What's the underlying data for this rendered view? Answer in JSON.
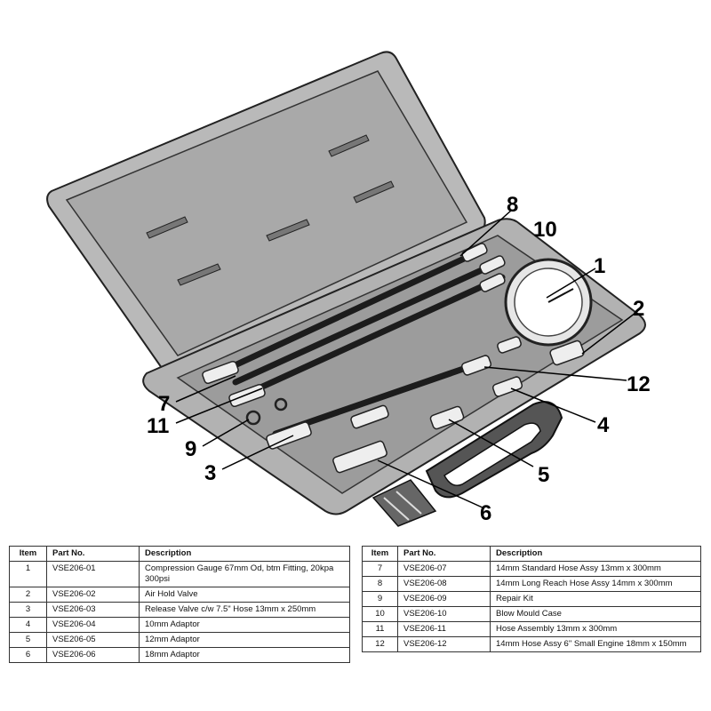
{
  "callouts": [
    "1",
    "2",
    "3",
    "4",
    "5",
    "6",
    "7",
    "8",
    "9",
    "10",
    "11",
    "12"
  ],
  "table": {
    "headers": {
      "item": "Item",
      "part_no": "Part No.",
      "description": "Description"
    },
    "left_rows": [
      {
        "item": "1",
        "part_no": "VSE206-01",
        "description": "Compression Gauge 67mm Od, btm Fitting, 20kpa 300psi"
      },
      {
        "item": "2",
        "part_no": "VSE206-02",
        "description": "Air Hold Valve"
      },
      {
        "item": "3",
        "part_no": "VSE206-03",
        "description": "Release Valve c/w 7.5\" Hose 13mm x 250mm"
      },
      {
        "item": "4",
        "part_no": "VSE206-04",
        "description": "10mm Adaptor"
      },
      {
        "item": "5",
        "part_no": "VSE206-05",
        "description": "12mm Adaptor"
      },
      {
        "item": "6",
        "part_no": "VSE206-06",
        "description": "18mm Adaptor"
      }
    ],
    "right_rows": [
      {
        "item": "7",
        "part_no": "VSE206-07",
        "description": "14mm Standard Hose Assy 13mm x 300mm"
      },
      {
        "item": "8",
        "part_no": "VSE206-08",
        "description": "14mm Long Reach Hose Assy 14mm x 300mm"
      },
      {
        "item": "9",
        "part_no": "VSE206-09",
        "description": "Repair Kit"
      },
      {
        "item": "10",
        "part_no": "VSE206-10",
        "description": "Blow Mould Case"
      },
      {
        "item": "11",
        "part_no": "VSE206-11",
        "description": "Hose Assembly 13mm x 300mm"
      },
      {
        "item": "12",
        "part_no": "VSE206-12",
        "description": "14mm Hose Assy 6\" Small Engine 18mm x 150mm"
      }
    ]
  }
}
